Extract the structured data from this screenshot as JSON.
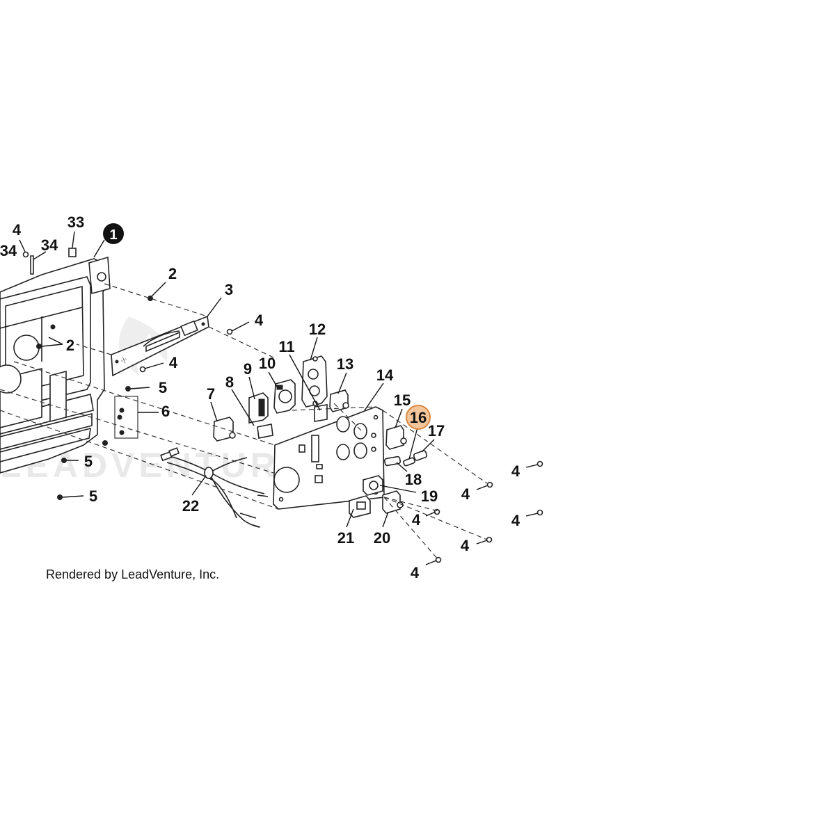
{
  "diagram": {
    "credit": "Rendered by LeadVenture, Inc.",
    "watermark": "LEADVENTURE",
    "highlight_color": "#f3c59a",
    "highlight_stroke": "#d9873f",
    "callout_number": "1",
    "labels": {
      "l33": "33",
      "l4a": "4",
      "l34a": "34",
      "l34b": "34",
      "l2a": "2",
      "l3": "3",
      "l4b": "4",
      "l2b": "2",
      "l4c": "4",
      "l5a": "5",
      "l6": "6",
      "l5b": "5",
      "l5c": "5",
      "l12": "12",
      "l11": "11",
      "l10": "10",
      "l9": "9",
      "l13": "13",
      "l8": "8",
      "l14": "14",
      "l7": "7",
      "l15": "15",
      "l16": "16",
      "l17": "17",
      "l18": "18",
      "l19": "19",
      "l22": "22",
      "l21": "21",
      "l20": "20",
      "l4d": "4",
      "l4e": "4",
      "l4f": "4",
      "l4g": "4",
      "l4h": "4",
      "l4i": "4"
    }
  }
}
